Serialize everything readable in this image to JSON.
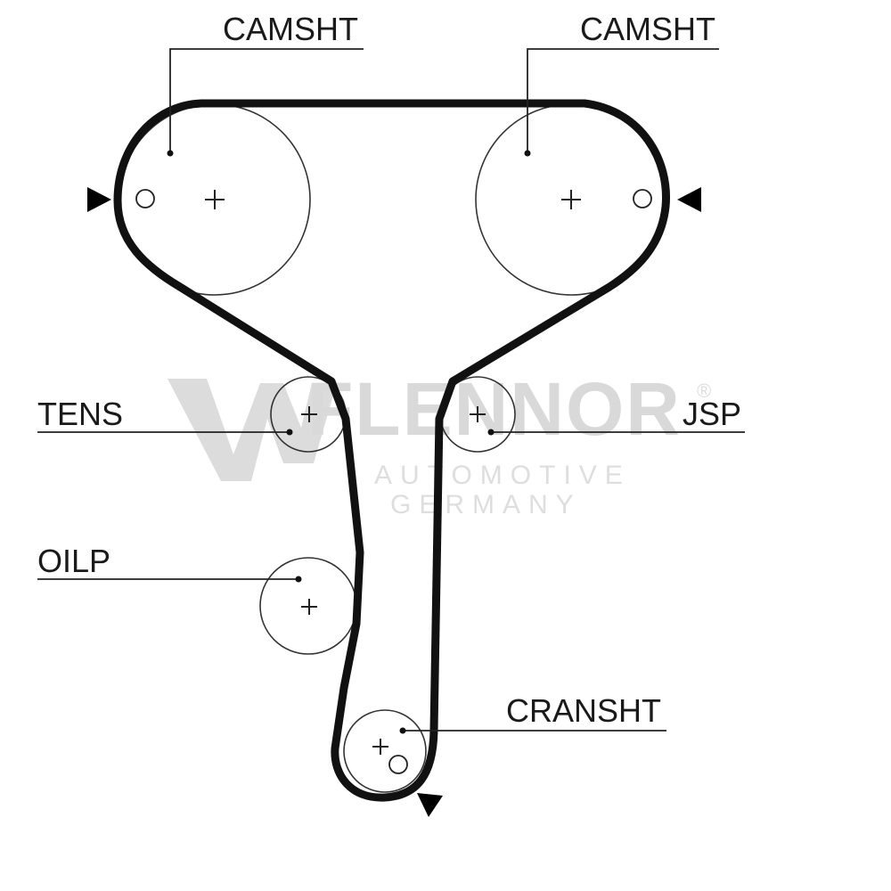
{
  "watermark": {
    "brand": "FLENNOR",
    "registered": "®",
    "line1": "AUTOMOTIVE",
    "line2": "GERMANY"
  },
  "labels": {
    "camshaft_left": "CAMSHT",
    "camshaft_right": "CAMSHT",
    "tensioner": "TENS",
    "jackshaft": "JSP",
    "oil_pump": "OILP",
    "crankshaft": "CRANSHT"
  },
  "colors": {
    "belt": "#111111",
    "pulley": "#333333",
    "watermark": "#d9d9d9"
  }
}
